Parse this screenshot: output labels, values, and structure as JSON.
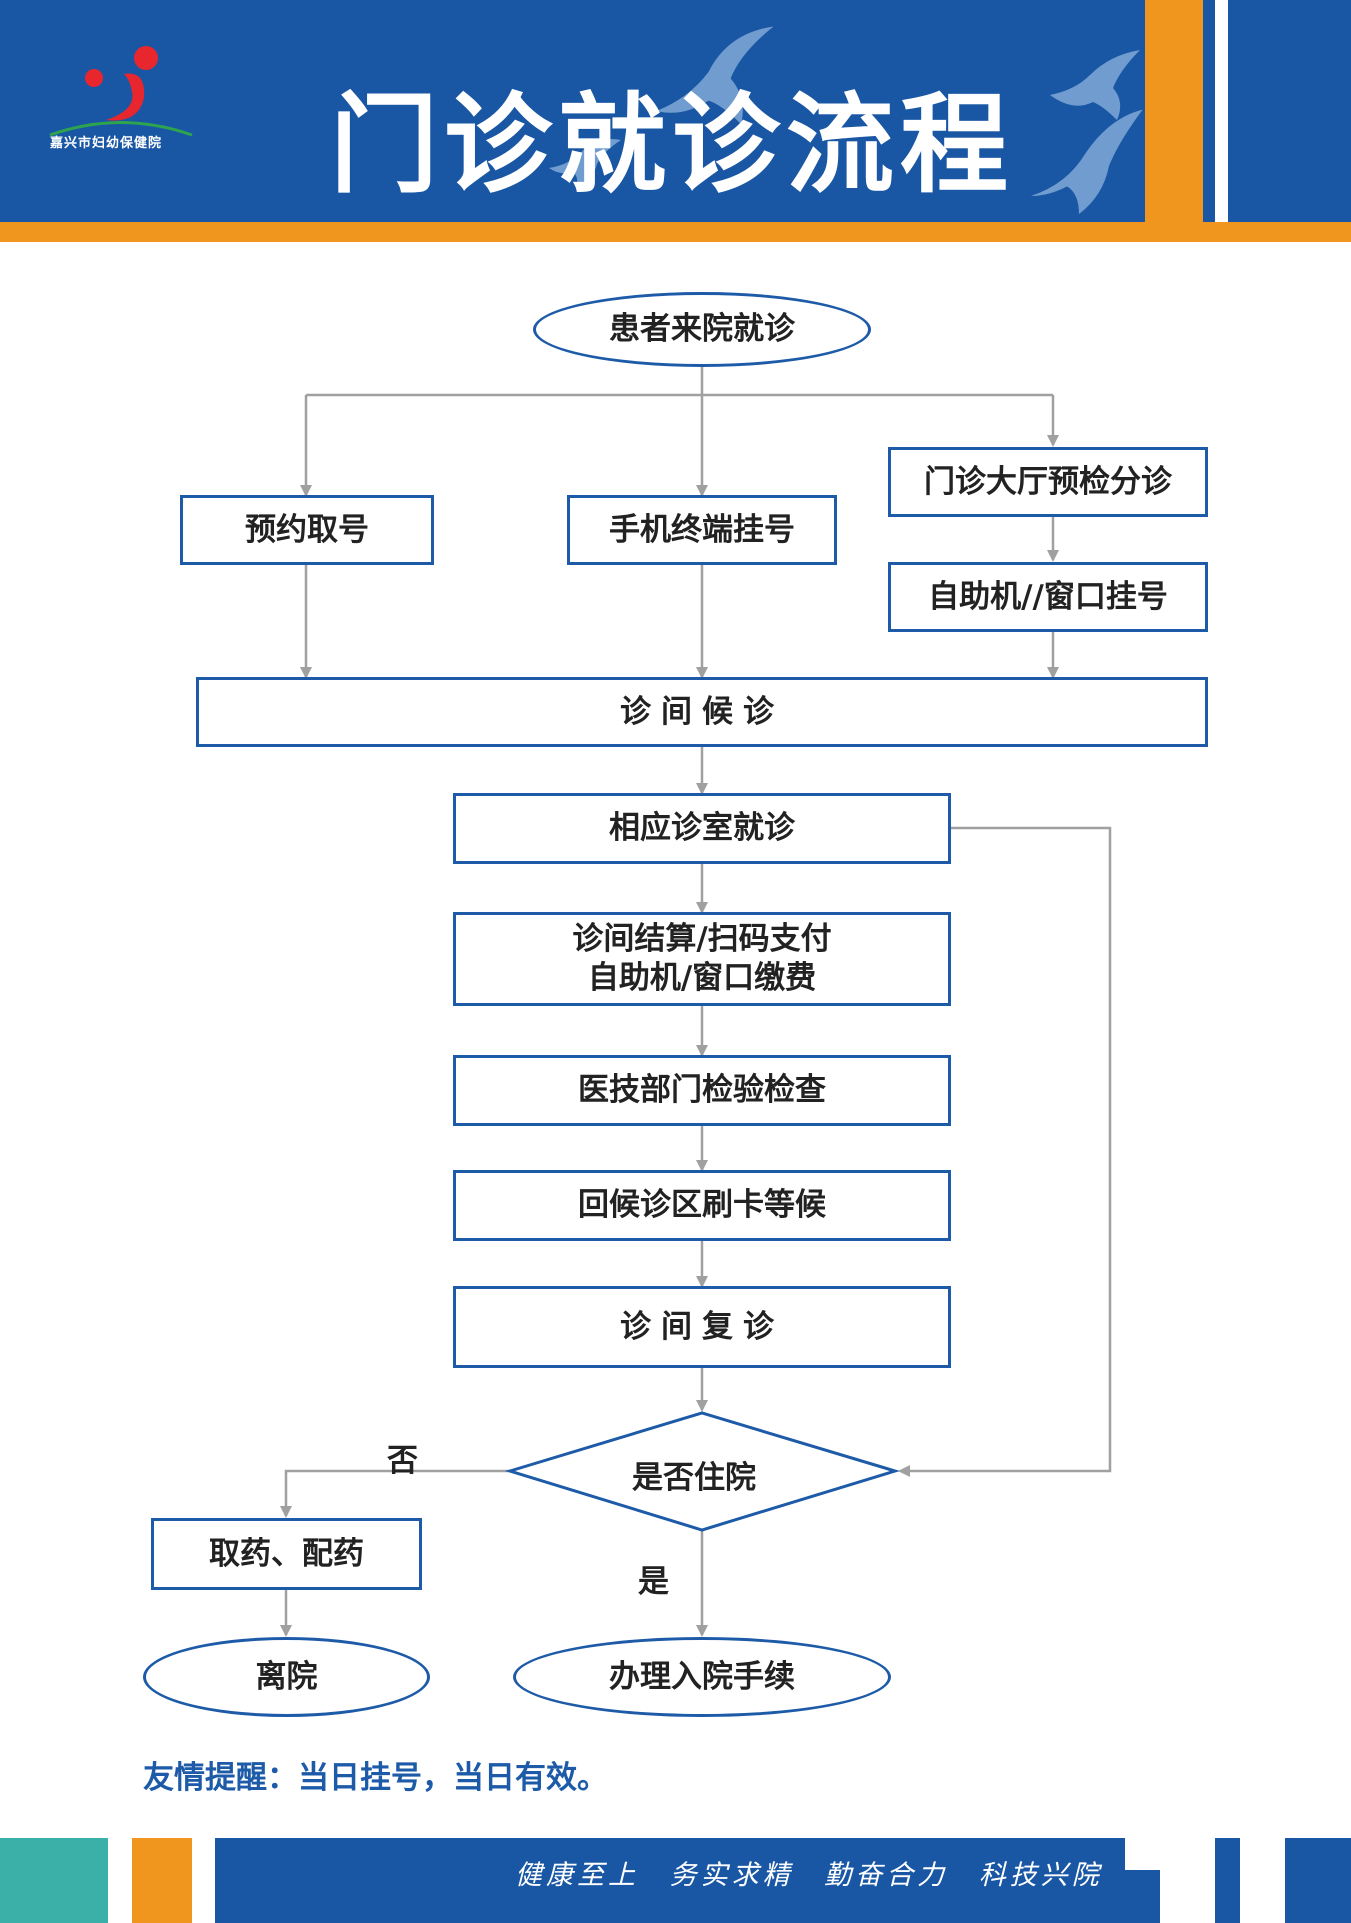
{
  "header": {
    "title": "门诊就诊流程",
    "logo_text": "嘉兴市妇幼保健院"
  },
  "flow": {
    "start": "患者来院就诊",
    "appointment": "预约取号",
    "mobile": "手机终端挂号",
    "triage": "门诊大厅预检分诊",
    "self_service": "自助机//窗口挂号",
    "waiting": "诊间候诊",
    "consult": "相应诊室就诊",
    "payment_line1": "诊间结算/扫码支付",
    "payment_line2": "自助机/窗口缴费",
    "exam": "医技部门检验检查",
    "return_wait": "回候诊区刷卡等候",
    "revisit": "诊间复诊",
    "decision": "是否住院",
    "no_label": "否",
    "yes_label": "是",
    "medicine": "取药、配药",
    "leave": "离院",
    "admission": "办理入院手续"
  },
  "reminder": "友情提醒：当日挂号，当日有效。",
  "footer": {
    "motto": "健康至上 务实求精 勤奋合力 科技兴院"
  },
  "colors": {
    "header_blue": "#1957a5",
    "accent_orange": "#f0961e",
    "box_border": "#1d5ba8",
    "arrow_gray": "#a0a0a0",
    "footer_teal": "#3bb0a8"
  }
}
